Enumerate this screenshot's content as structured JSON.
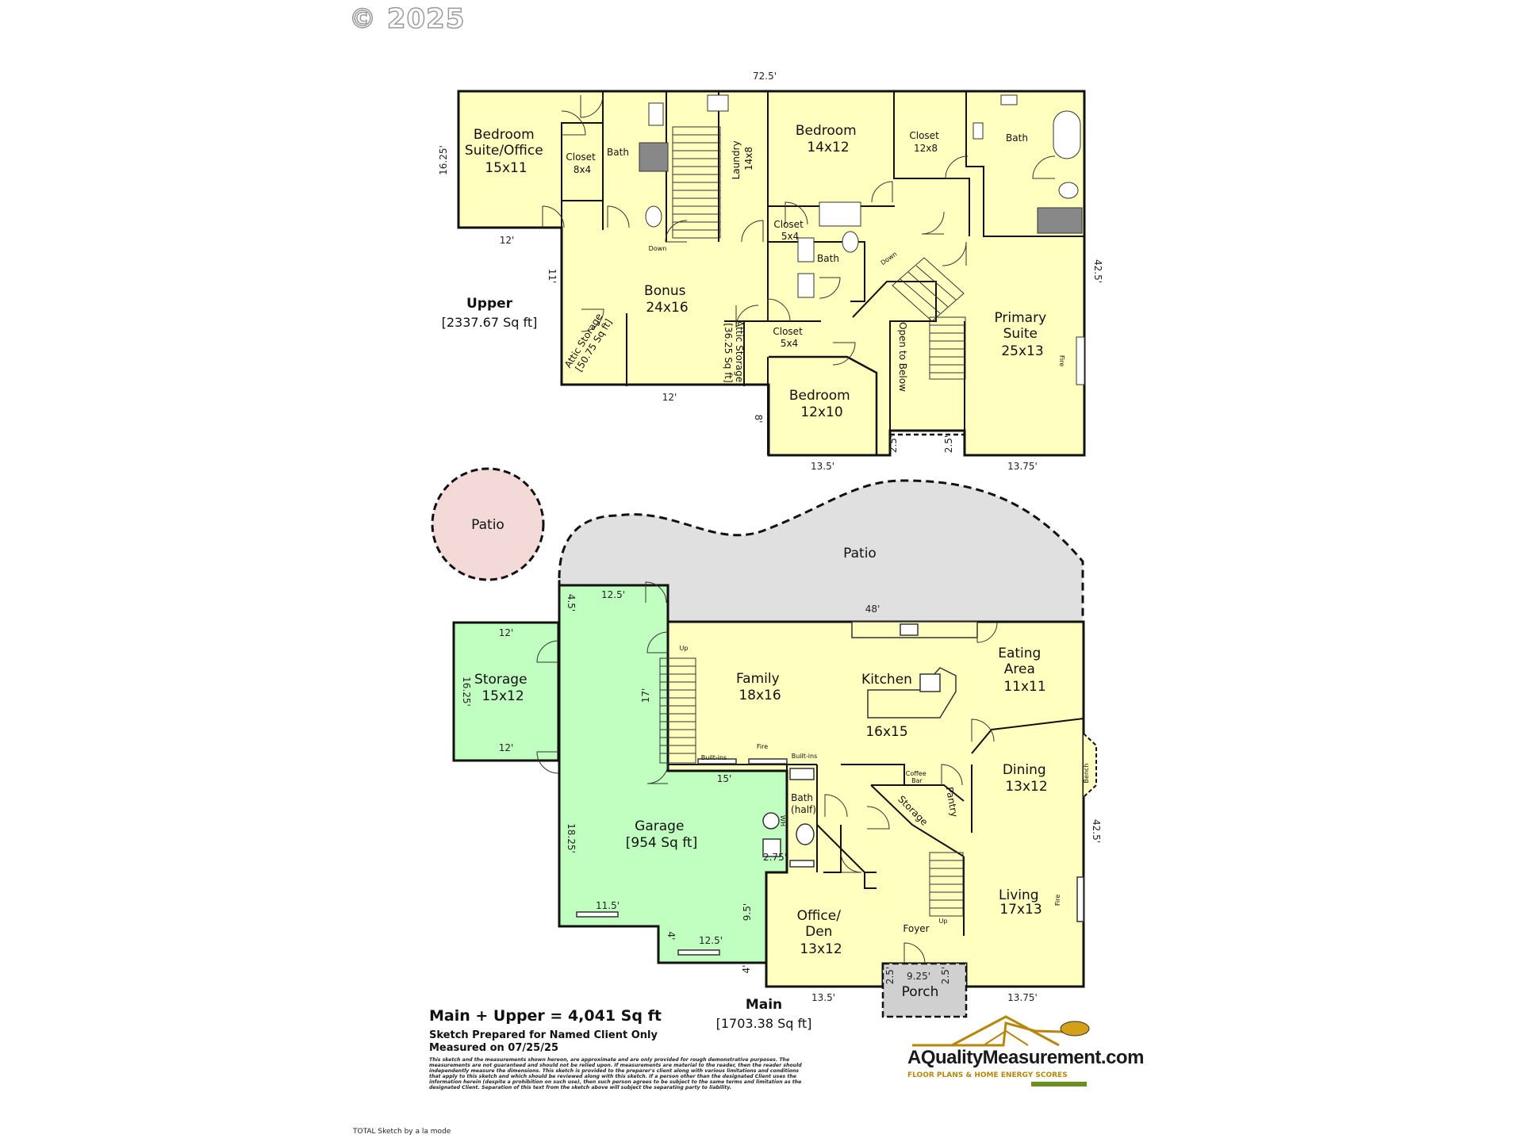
{
  "copyright": "© 2025",
  "upper": {
    "label": "Upper",
    "area": "[2337.67 Sq ft]",
    "rooms": {
      "bedroom_suite_office": [
        "Bedroom",
        "Suite/Office",
        "15x11"
      ],
      "closet_8x4": [
        "Closet",
        "8x4"
      ],
      "bath_1": "Bath",
      "laundry": [
        "Laundry",
        "14x8"
      ],
      "bedroom_14x12": [
        "Bedroom",
        "14x12"
      ],
      "closet_12x8": [
        "Closet",
        "12x8"
      ],
      "bath_primary": "Bath",
      "closet_5x4_a": [
        "Closet",
        "5x4"
      ],
      "bath_2": "Bath",
      "bonus": [
        "Bonus",
        "24x16"
      ],
      "attic_storage_1": [
        "Attic Storage",
        "[50.75 Sq ft]"
      ],
      "attic_storage_2": [
        "Attic Storage",
        "[36.25 Sq ft]"
      ],
      "closet_5x4_b": [
        "Closet",
        "5x4"
      ],
      "bedroom_12x10": [
        "Bedroom",
        "12x10"
      ],
      "open_to_below": "Open to Below",
      "primary_suite": [
        "Primary",
        "Suite",
        "25x13"
      ],
      "fire": "Fire",
      "down_1": "Down",
      "down_2": "Down"
    },
    "dims": {
      "top": "72.5'",
      "left": "16.25'",
      "bottom_12_a": "12'",
      "left_11": "11'",
      "bottom_12_b": "12'",
      "left_8": "8'",
      "bottom_13_5": "13.5'",
      "bottom_13_75": "13.75'",
      "right_42_5": "42.5'",
      "gap_2_5_a": "2.5'",
      "gap_2_5_b": "2.5'"
    }
  },
  "main": {
    "label": "Main",
    "area": "[1703.38 Sq ft]",
    "rooms": {
      "patio_round": "Patio",
      "patio_main": "Patio",
      "storage": [
        "Storage",
        "15x12"
      ],
      "garage": [
        "Garage",
        "[954 Sq ft]"
      ],
      "family": [
        "Family",
        "18x16"
      ],
      "kitchen": [
        "Kitchen",
        "16x15"
      ],
      "eating_area": [
        "Eating",
        "Area",
        "11x11"
      ],
      "dining": [
        "Dining",
        "13x12"
      ],
      "living": [
        "Living",
        "17x13"
      ],
      "office_den": [
        "Office/",
        "Den",
        "13x12"
      ],
      "foyer": "Foyer",
      "porch": "Porch",
      "bath_half": [
        "Bath",
        "(half)"
      ],
      "storage_small": "Storage",
      "pantry": "Pantry",
      "coffee_bar": [
        "Coffee",
        "Bar"
      ],
      "built_ins_1": "Built-ins",
      "built_ins_2": "Built-ins",
      "fire_family": "Fire",
      "fire_living": "Fire",
      "bench": "Bench",
      "up_1": "Up",
      "up_2": "Up",
      "wh": "WH"
    },
    "dims": {
      "patio_48": "48'",
      "garage_12_5_top": "12.5'",
      "garage_4_5": "4.5'",
      "storage_12_top": "12'",
      "storage_16_25": "16.25'",
      "storage_12_bottom": "12'",
      "garage_17": "17'",
      "garage_15": "15'",
      "garage_18_25": "18.25'",
      "garage_11_5": "11.5'",
      "garage_4": "4'",
      "garage_12_5_bottom": "12.5'",
      "garage_9_5": "9.5'",
      "garage_2_75": "2.75'",
      "office_4": "4'",
      "bottom_13_5": "13.5'",
      "porch_9_25": "9.25'",
      "porch_2_5_a": "2.5'",
      "porch_2_5_b": "2.5'",
      "bottom_13_75": "13.75'",
      "right_42_5": "42.5'"
    }
  },
  "summary": {
    "totals": "Main + Upper = 4,041 Sq ft",
    "prepared": "Sketch Prepared for Named Client Only",
    "measured": "Measured on 07/25/25",
    "disclaimer": "This sketch and the measurements shown hereon, are approximate and are only provided for rough demonstrative purposes. The measurements are not guaranteed and should not be relied upon. If measurements are material to the reader, then the reader should independently measure the dimensions. This sketch is provided to the preparer's client along with various limitations and conditions that apply to this sketch and which should be reviewed along with this sketch. If a person other than the designated Client uses the information herein (despite a prohibition on such use), then such person agrees to be subject to the same terms and limitation as the designated Client. Separation of this text from the sketch above will subject the separating party to liability."
  },
  "brand": {
    "name": "AQualityMeasurement.com",
    "tagline": "FLOOR PLANS & HOME ENERGY SCORES"
  },
  "footer": "TOTAL Sketch by a la mode",
  "colors": {
    "room_fill": "#ffffc0",
    "garage_fill": "#c0ffc0",
    "patio_fill": "#e0e0e0",
    "round_patio_fill": "#f4d9d9",
    "porch_fill": "#d0d0d0",
    "wall": "#111111"
  }
}
